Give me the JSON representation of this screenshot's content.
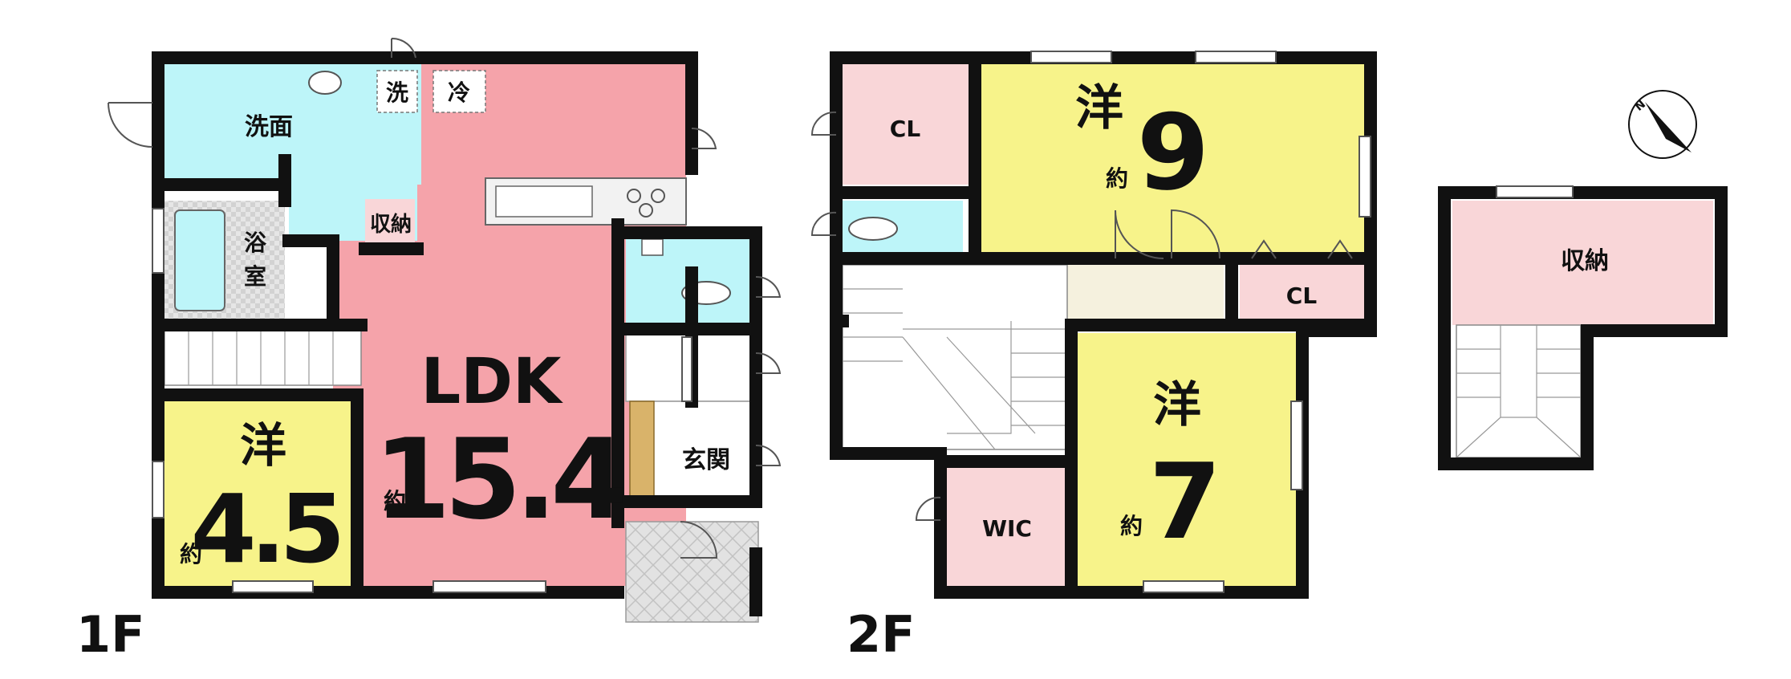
{
  "floors": {
    "f1": {
      "label": "1F",
      "rooms": {
        "senmen": "洗面",
        "sentaku": "洗",
        "reizou": "冷",
        "yokushitsu_1": "浴",
        "yokushitsu_2": "室",
        "shuunou": "収納",
        "ldk_name": "LDK",
        "ldk_prefix": "約",
        "ldk_size": "15.4",
        "youshitsu_name": "洋",
        "youshitsu_prefix": "約",
        "youshitsu_size": "4.5",
        "genkan": "玄関"
      }
    },
    "f2": {
      "label": "2F",
      "rooms": {
        "cl_left": "CL",
        "cl_right": "CL",
        "you9_name": "洋",
        "you9_prefix": "約",
        "you9_size": "9",
        "you7_name": "洋",
        "you7_prefix": "約",
        "you7_size": "7",
        "wic": "WIC"
      }
    },
    "loft": {
      "rooms": {
        "shuunou": "収納"
      }
    }
  },
  "compass": {
    "north_label": "N"
  },
  "colors": {
    "ldk": "#f5a3aa",
    "youshitsu": "#f7f38a",
    "water": "#bdf5f9",
    "storage": "#f9d6d8",
    "hall": "#f5f1de",
    "tile": "#d9d9d9",
    "wall": "#111111"
  }
}
